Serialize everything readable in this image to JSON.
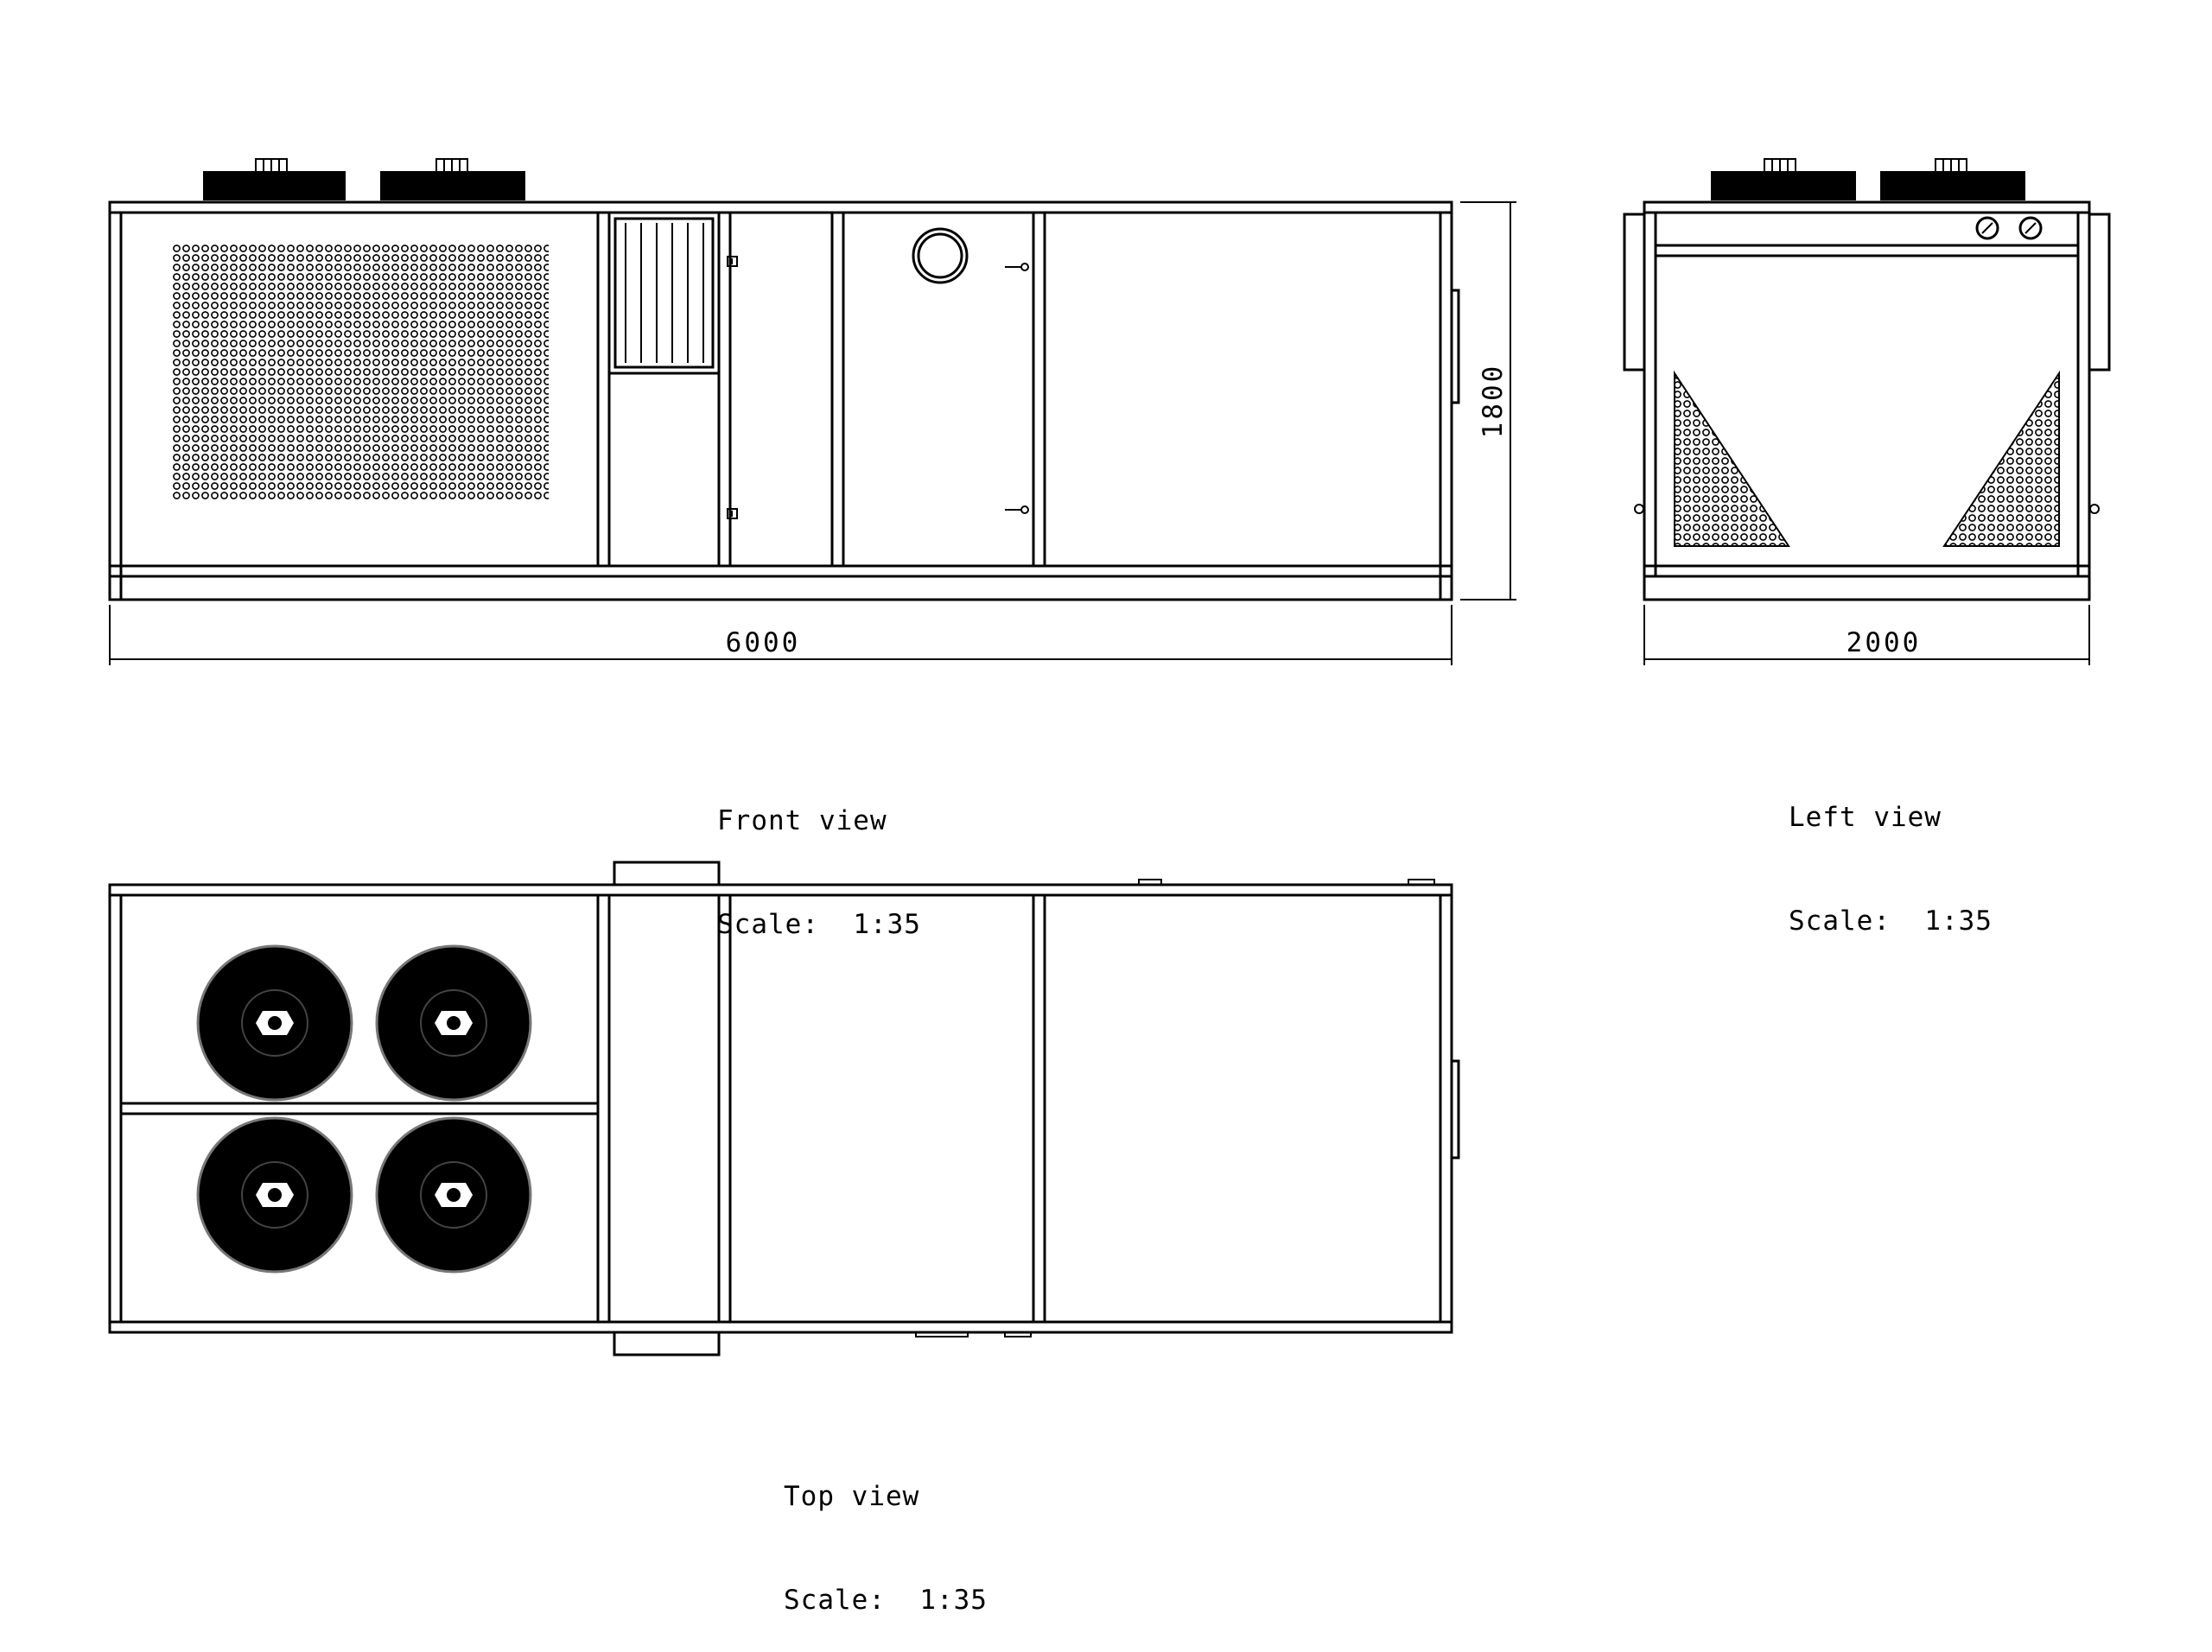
{
  "views": {
    "front": {
      "title": "Front view",
      "scale_label": "Scale:",
      "scale_value": "1:35"
    },
    "left": {
      "title": "Left view",
      "scale_label": "Scale:",
      "scale_value": "1:35"
    },
    "top": {
      "title": "Top view",
      "scale_label": "Scale:",
      "scale_value": "1:35"
    }
  },
  "dimensions": {
    "front_length": "6000",
    "front_height": "1800",
    "left_width": "2000"
  }
}
